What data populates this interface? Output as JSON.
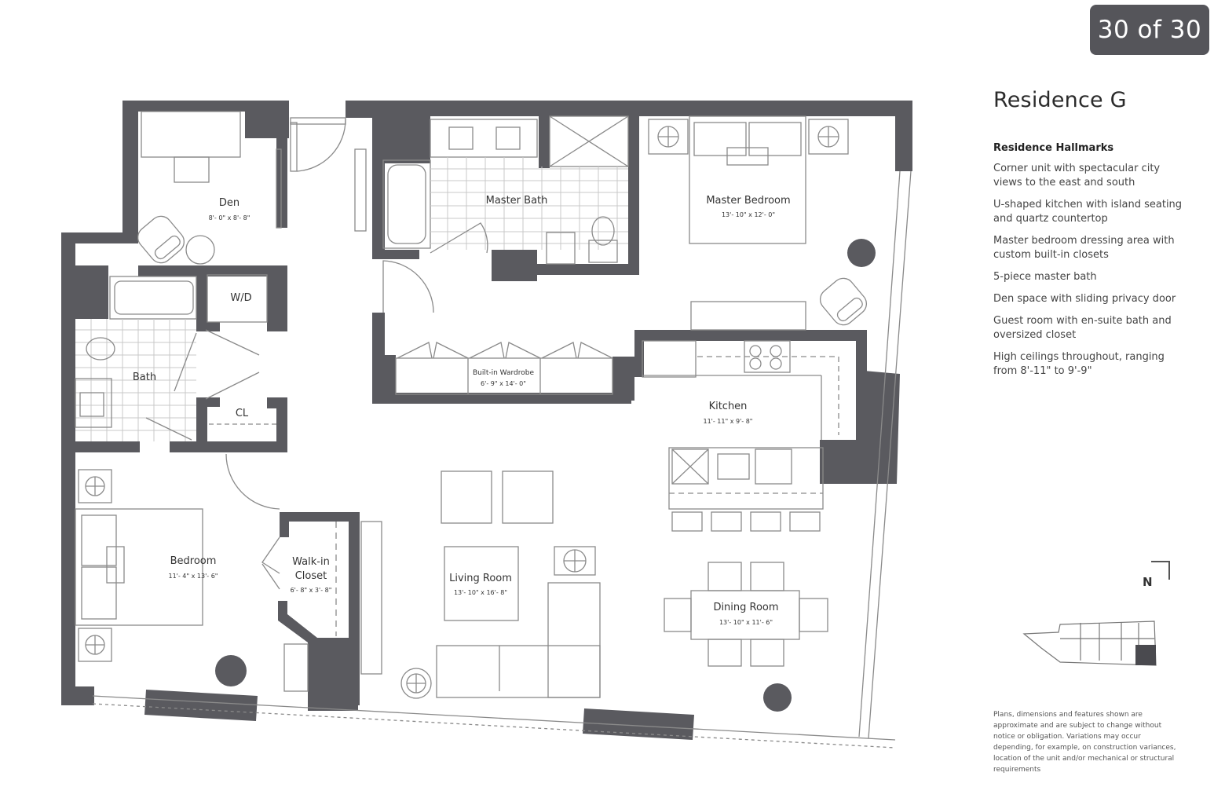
{
  "viewer": {
    "counter": "30 of 30",
    "current_index": 30,
    "total": 30
  },
  "residence": {
    "title": "Residence G",
    "hallmarks_heading": "Residence Hallmarks",
    "hallmarks": [
      "Corner unit with spectacular city views to the east and south",
      "U-shaped kitchen with island seating and quartz countertop",
      "Master bedroom dressing area with custom built-in closets",
      "5-piece master bath",
      "Den space with sliding privacy door",
      "Guest room with en-suite bath and oversized closet",
      "High ceilings throughout, ranging from  8'-11\" to 9'-9\""
    ],
    "disclaimer": "Plans, dimensions and features shown are approximate and are subject to change without notice or obligation. Variations may occur depending, for example, on construction variances, location of the unit and/or mechanical or structural requirements",
    "compass": "N"
  },
  "rooms": {
    "den": {
      "name": "Den",
      "dims": "8'- 0\" x 8'- 8\""
    },
    "master_bath": {
      "name": "Master Bath"
    },
    "master_bedroom": {
      "name": "Master Bedroom",
      "dims": "13'- 10\" x 12'- 0\""
    },
    "wd": {
      "name": "W/D"
    },
    "bath": {
      "name": "Bath"
    },
    "cl": {
      "name": "CL"
    },
    "wardrobe": {
      "name": "Built-in Wardrobe",
      "dims": "6'- 9\" x 14'- 0\""
    },
    "kitchen": {
      "name": "Kitchen",
      "dims": "11'- 11\" x 9'- 8\""
    },
    "bedroom": {
      "name": "Bedroom",
      "dims": "11'- 4\" x 13'- 6\""
    },
    "walkin": {
      "name_line1": "Walk-in",
      "name_line2": "Closet",
      "dims": "6'- 8\" x 3'- 8\""
    },
    "living": {
      "name": "Living Room",
      "dims": "13'- 10\" x 16'- 8\""
    },
    "dining": {
      "name": "Dining Room",
      "dims": "13'- 10\" x 11'- 6\""
    }
  },
  "colors": {
    "wall": "#5a5a5f",
    "line": "#8a8a8a",
    "badge_bg": "#55555a"
  }
}
